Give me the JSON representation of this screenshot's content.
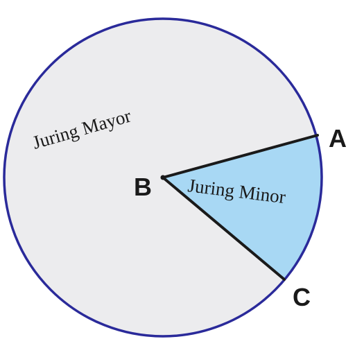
{
  "diagram": {
    "labels": {
      "major_sector": "Juring Mayor",
      "minor_sector": "Juring Minor",
      "point_a": "A",
      "point_b": "B",
      "point_c": "C"
    },
    "colors": {
      "circle_outline": "#2a2a9a",
      "major_sector_fill": "#ececee",
      "minor_sector_fill": "#a8d8f4",
      "radius_line": "#1a1a1a",
      "text": "#1a1a1a"
    }
  }
}
